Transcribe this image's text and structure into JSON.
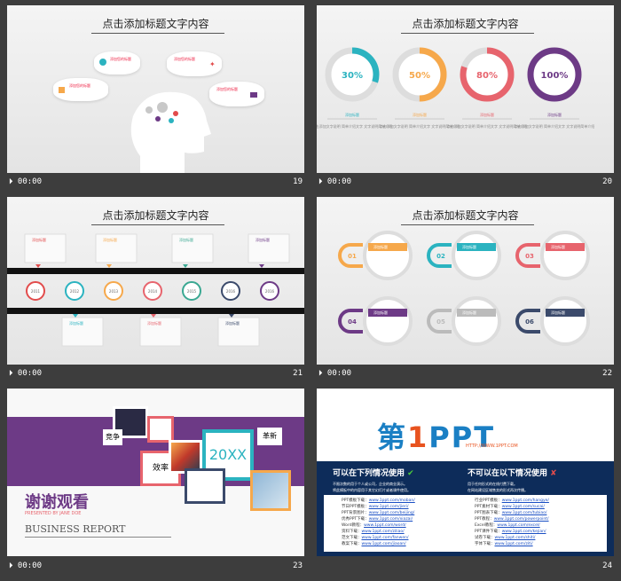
{
  "slides": [
    {
      "num": "19",
      "time": "00:00",
      "title": "点击添加标题文字内容",
      "bubble_label": "添加您的标题"
    },
    {
      "num": "20",
      "time": "00:00",
      "title": "点击添加标题文字内容",
      "rings": [
        {
          "pct": "30%",
          "color": "#2bb3c0",
          "fraction": 0.3
        },
        {
          "pct": "50%",
          "color": "#f6a84b",
          "fraction": 0.5
        },
        {
          "pct": "80%",
          "color": "#e7646d",
          "fraction": 0.8
        },
        {
          "pct": "100%",
          "color": "#6d3a86",
          "fraction": 1.0
        }
      ],
      "caption": "添加标题",
      "body": "点击添加文字说明 简单介绍文字 文字说明简单介绍"
    },
    {
      "num": "21",
      "time": "00:00",
      "title": "点击添加标题文字内容",
      "years": [
        "2011",
        "2012",
        "2013",
        "2014",
        "2015",
        "2016",
        "2016"
      ],
      "colors": [
        "#e24c4c",
        "#2bb3c0",
        "#f6a84b",
        "#e7646d",
        "#3aa892",
        "#3b4a6b",
        "#6d3a86"
      ],
      "card_title": "添加标题"
    },
    {
      "num": "22",
      "time": "00:00",
      "title": "点击添加标题文字内容",
      "items": [
        {
          "n": "01",
          "c": "#f6a84b"
        },
        {
          "n": "02",
          "c": "#2bb3c0"
        },
        {
          "n": "03",
          "c": "#e7646d"
        },
        {
          "n": "04",
          "c": "#6d3a86"
        },
        {
          "n": "05",
          "c": "#bbbbbb"
        },
        {
          "n": "06",
          "c": "#3b4a6b"
        }
      ],
      "card_title": "添加标题"
    },
    {
      "num": "23",
      "time": "00:00",
      "thanks": "谢谢观看",
      "presenter": "PRESENTED BY JANE DOE",
      "report": "BUSINESS REPORT",
      "tags": {
        "a": "竞争",
        "b": "效率",
        "c": "20XX",
        "d": "革新"
      }
    },
    {
      "num": "24",
      "time": "00:00",
      "logo_di": "第",
      "logo_1": "1",
      "logo_ppt": "PPT",
      "url": "HTTP://WWW.1PPT.COM",
      "can_use": "可以在下列情况使用",
      "cannot_use": "不可以在以下情况使用",
      "can_lines": [
        "不限次数的用于个人或公司，企业的商业演示。",
        "将此模板中的内容用于其它幻灯片或者课件使用。"
      ],
      "cannot_lines": [
        "用于任何形式的在线付费下载。",
        "在网站建设区域售卖的形式再次传播。"
      ],
      "left_links": [
        [
          "PPT模板下载：",
          "www.1ppt.com/moban/"
        ],
        [
          "节日PPT模板：",
          "www.1ppt.com/jieri/"
        ],
        [
          "PPT背景图片：",
          "www.1ppt.com/beijing/"
        ],
        [
          "优秀PPT下载：",
          "www.1ppt.com/xiazai/"
        ],
        [
          "Word教程：",
          "www.1ppt.com/word/"
        ],
        [
          "资料下载：",
          "www.1ppt.com/ziliao/"
        ],
        [
          "范文下载：",
          "www.1ppt.com/fanwen/"
        ],
        [
          "教案下载：",
          "www.1ppt.com/jiaoan/"
        ]
      ],
      "right_links": [
        [
          "行业PPT模板：",
          "www.1ppt.com/hangye/"
        ],
        [
          "PPT素材下载：",
          "www.1ppt.com/sucai/"
        ],
        [
          "PPT图表下载：",
          "www.1ppt.com/tubiao/"
        ],
        [
          "PPT教程：",
          "www.1ppt.com/powerpoint/"
        ],
        [
          "Excel教程：",
          "www.1ppt.com/excel/"
        ],
        [
          "PPT课件下载：",
          "www.1ppt.com/kejian/"
        ],
        [
          "试卷下载：",
          "www.1ppt.com/shiti/"
        ],
        [
          "字体下载：",
          "www.1ppt.com/ziti/"
        ]
      ]
    }
  ]
}
